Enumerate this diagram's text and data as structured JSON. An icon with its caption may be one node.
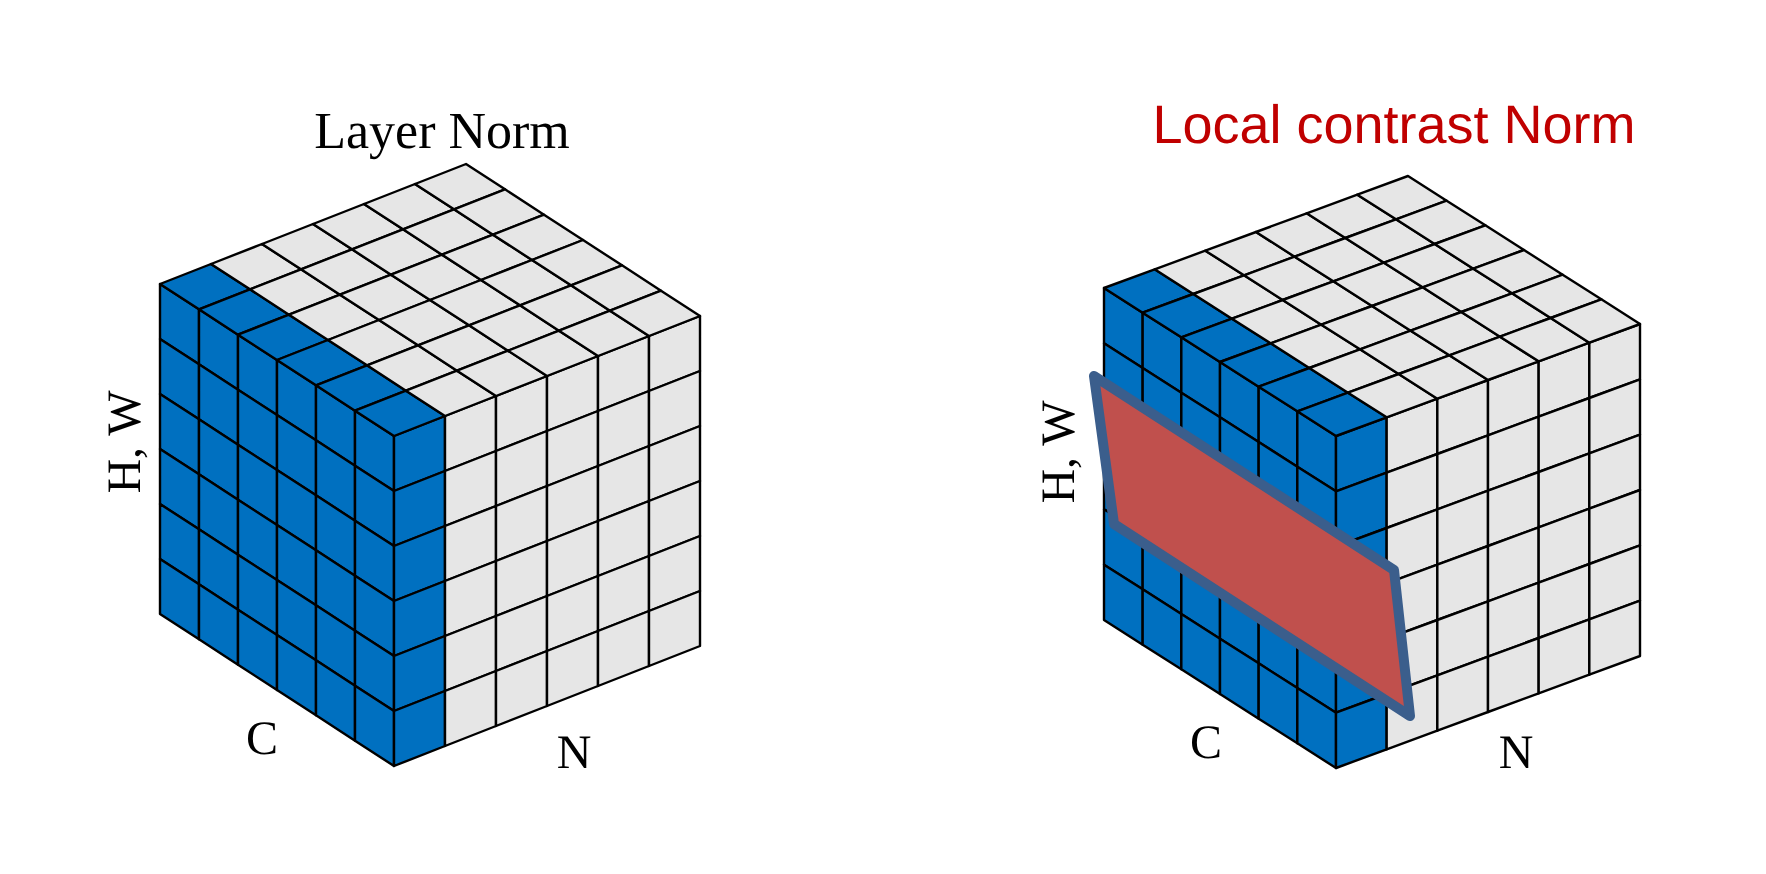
{
  "diagram": {
    "labels": [
      "Layer Norm",
      "Local contrast Norm",
      "H, W",
      "C",
      "N",
      "H, W",
      "C",
      "N"
    ]
  }
}
